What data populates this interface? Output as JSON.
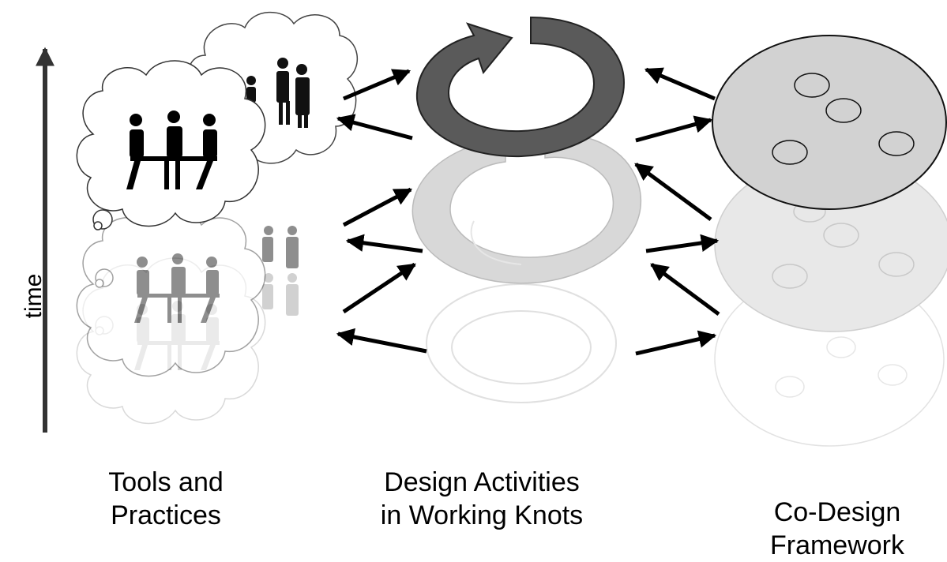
{
  "axis": {
    "label": "time"
  },
  "columns": {
    "left": {
      "line1": "Tools and",
      "line2": "Practices"
    },
    "middle": {
      "line1": "Design Activities",
      "line2": "in Working Knots"
    },
    "right": {
      "line1": "Co-Design",
      "line2": "Framework"
    }
  },
  "icons": {
    "people": "people-meeting-icon",
    "cloud": "thought-cloud-icon",
    "cycle": "cycle-arrow-icon",
    "framework": "framework-disc-icon"
  },
  "colors": {
    "dark": "#5a5a5a",
    "mid": "#d2d2d2",
    "light": "#efefef",
    "arrow": "#000000"
  }
}
